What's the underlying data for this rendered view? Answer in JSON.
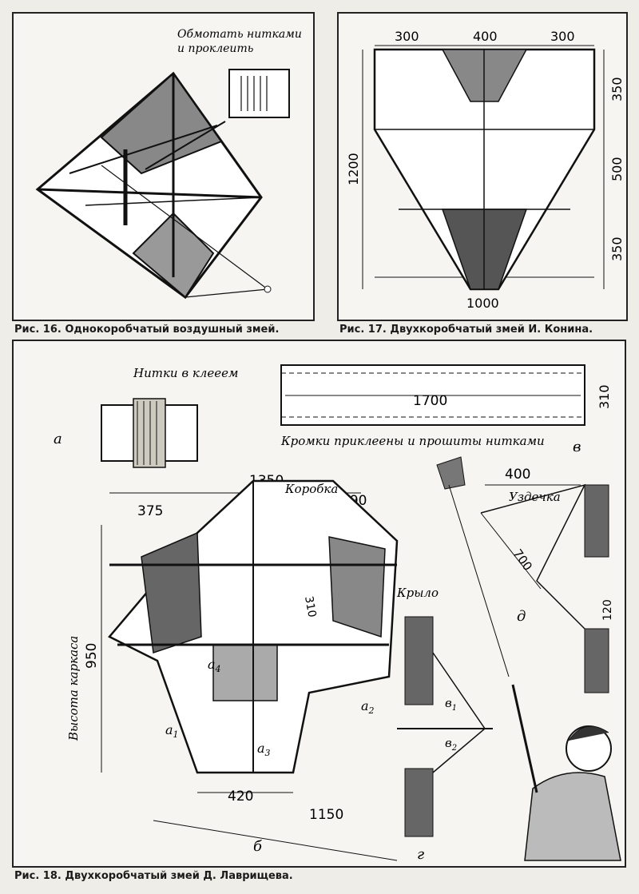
{
  "fig16": {
    "caption": "Рис. 16. Однокоробчатый воздушный змей.",
    "note_line1": "Обмотать нитками",
    "note_line2": "и проклеить"
  },
  "fig17": {
    "caption": "Рис. 17. Двухкоробчатый змей И. Конина.",
    "dims": {
      "top_left": "300",
      "top_mid": "400",
      "top_right": "300",
      "height": "1200",
      "right_top": "350",
      "right_mid": "500",
      "right_bottom": "350",
      "bottom": "1000"
    }
  },
  "fig18": {
    "caption": "Рис. 18. Двухкоробчатый змей Д. Лаврищева.",
    "a": {
      "note": "Нитки в клееем",
      "letter": "а"
    },
    "v": {
      "length": "1700",
      "height": "310",
      "note": "Кромки приклеены и прошиты нитками",
      "letter": "в"
    },
    "b": {
      "width": "1350",
      "left": "375",
      "right": "290",
      "box_depth": "310",
      "height": "950",
      "height_label": "Высота каркаса",
      "bottom_inner": "420",
      "bottom_outer": "1150",
      "box_label": "Коробка",
      "wing_label": "Крыло",
      "a1": "a",
      "a1_sub": "1",
      "a2": "a",
      "a2_sub": "2",
      "a3": "a",
      "a3_sub": "3",
      "a4": "a",
      "a4_sub": "4",
      "letter": "б"
    },
    "d": {
      "top": "400",
      "bridle_label": "Уздечка",
      "bridle_len": "700",
      "side": "120",
      "letter": "д"
    },
    "g": {
      "b1": "в",
      "b1_sub": "1",
      "b2": "в",
      "b2_sub": "2",
      "letter": "г"
    }
  }
}
